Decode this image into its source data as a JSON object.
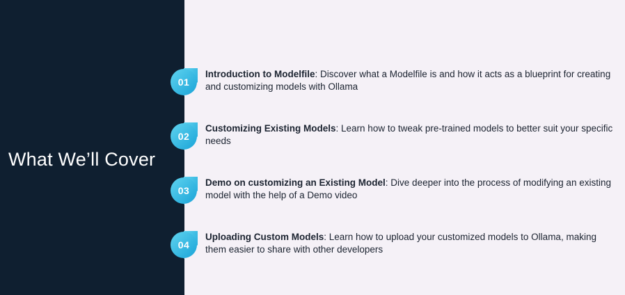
{
  "slide": {
    "title": "What We’ll Cover"
  },
  "colors": {
    "left_panel": "#0f1f30",
    "background": "#f5f1f7",
    "badge_light": "#5fd3ef",
    "badge_dark": "#1aa4d8",
    "text": "#1b2330"
  },
  "items": [
    {
      "number": "01",
      "title": "Introduction to Modelfile",
      "separator": ":",
      "description": " Discover what a Modelfile is and how it acts as a blueprint for creating and customizing models with Ollama"
    },
    {
      "number": "02",
      "title": "Customizing Existing Models",
      "separator": ":",
      "description": " Learn how to tweak pre-trained models to better suit your specific needs"
    },
    {
      "number": "03",
      "title": "Demo on customizing an Existing Model",
      "separator": ":",
      "description": " Dive deeper into the process of modifying an existing model with the help of a Demo video"
    },
    {
      "number": "04",
      "title": "Uploading Custom Models",
      "separator": ":",
      "description": " Learn how to upload your customized models to Ollama, making them easier to share with other developers"
    }
  ]
}
